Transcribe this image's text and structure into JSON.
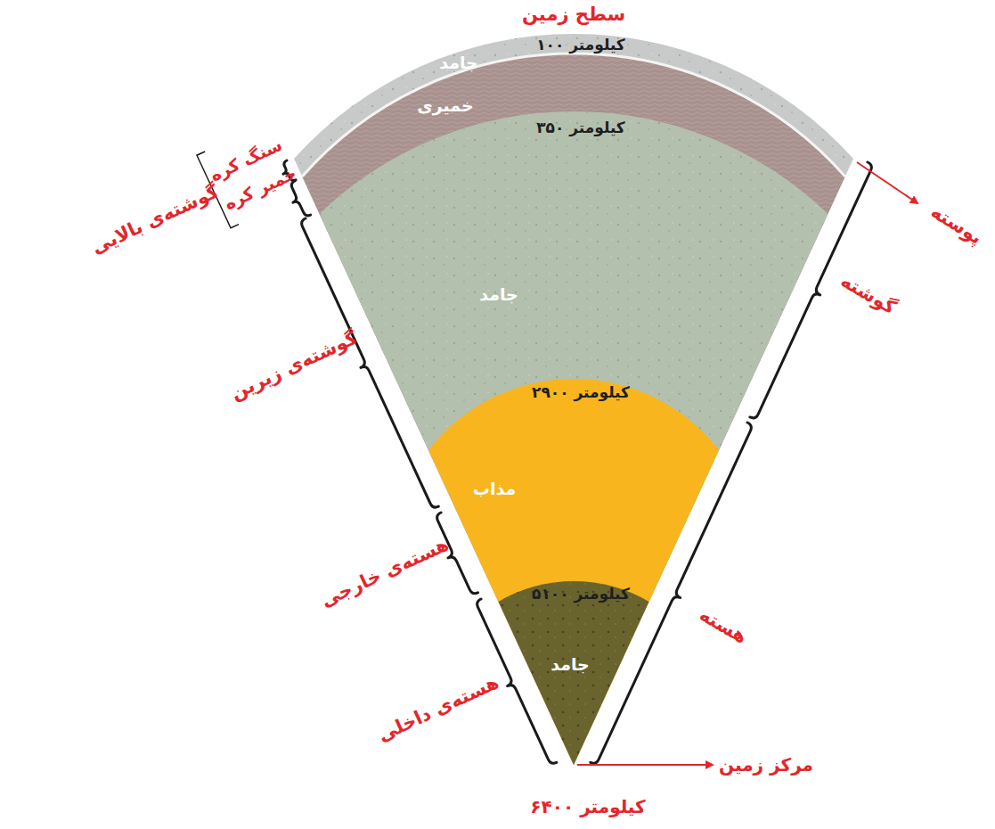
{
  "diagram": {
    "nodes": [
      {
        "text": [
          "جامد"
        ]
      },
      {
        "text": [
          "خمیری"
        ]
      },
      {
        "text": [
          "جامد"
        ]
      },
      {
        "text": [
          "مذاب"
        ]
      },
      {
        "text": [
          "جامد"
        ]
      }
    ],
    "labels": [
      "سطح زمین",
      "۱۰۰ کیلومتر",
      "۳۵۰ کیلومتر",
      "۲۹۰۰ کیلومتر",
      "۵۱۰۰ کیلومتر",
      "۶۴۰۰ کیلومتر",
      "سنگ کره",
      "خمیر کره",
      "گوشته‌ی بالایی",
      "گوشته‌ی زیرین",
      "هسته‌ی خارجی",
      "هسته‌ی داخلی",
      "پوسته",
      "گوشته",
      "هسته",
      "مرکز زمین"
    ]
  }
}
